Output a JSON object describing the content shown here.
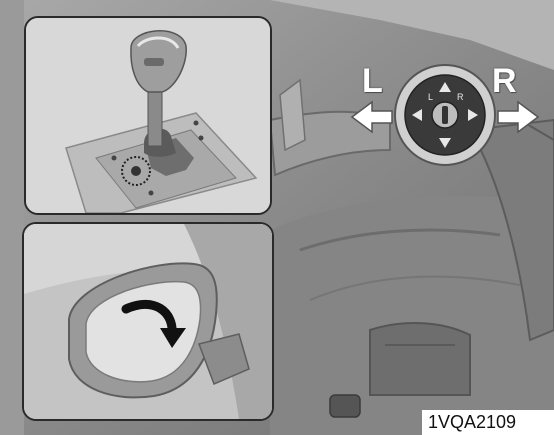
{
  "figure": {
    "code": "1VQA2109",
    "direction_left": "L",
    "direction_right": "R",
    "switch_letters": {
      "left": "L",
      "right": "R"
    }
  },
  "colors": {
    "background": "#8e8e8e",
    "inset_border": "#2a2a2a",
    "arrow_fill": "#ffffff",
    "switch_body": "#3a3a3a"
  },
  "icons": {
    "left_arrow": "arrow-left-icon",
    "right_arrow": "arrow-right-icon",
    "fold_arrow": "curved-arrow-icon"
  }
}
